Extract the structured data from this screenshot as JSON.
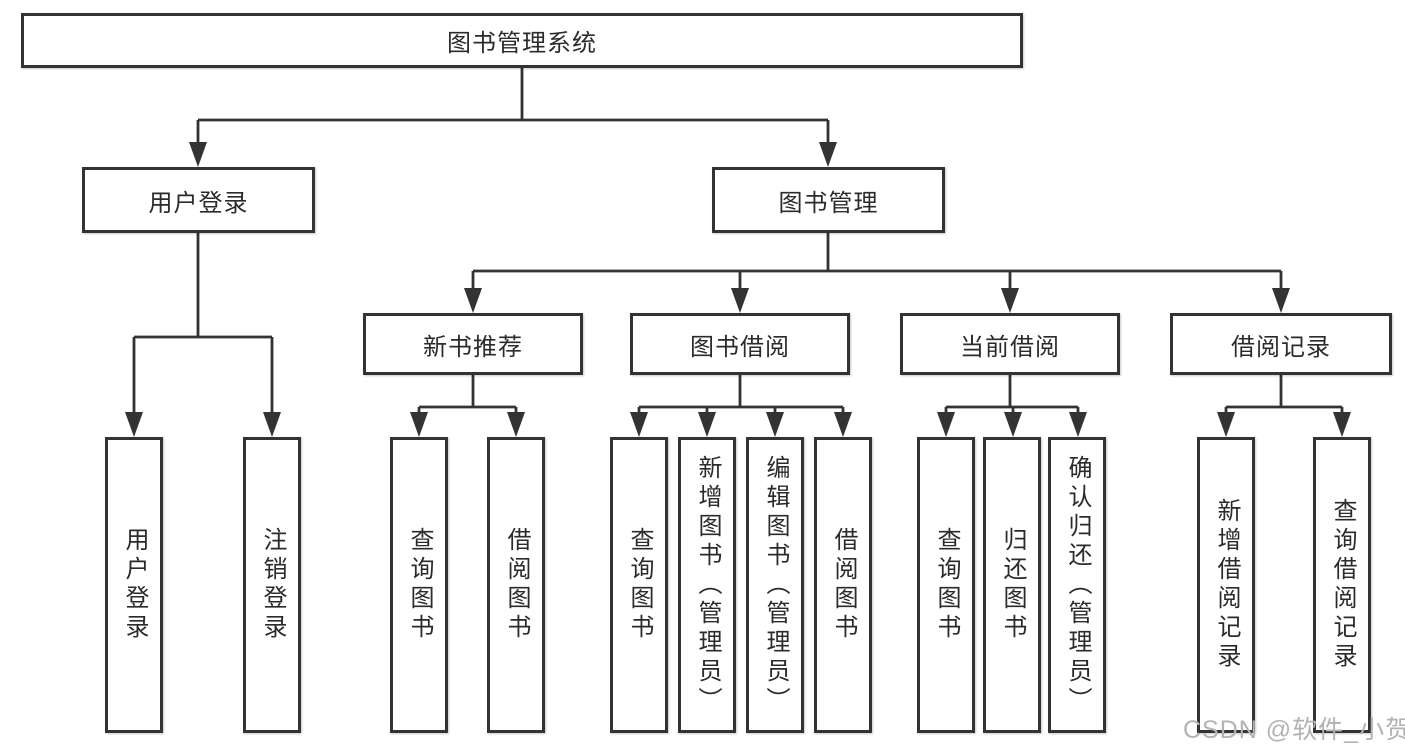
{
  "diagram": {
    "root": {
      "label": "图书管理系统"
    },
    "branches": [
      {
        "label": "用户登录",
        "children": [
          {
            "label": "用户登录"
          },
          {
            "label": "注销登录"
          }
        ]
      },
      {
        "label": "图书管理",
        "children": [
          {
            "label": "新书推荐",
            "children": [
              {
                "label": "查询图书"
              },
              {
                "label": "借阅图书"
              }
            ]
          },
          {
            "label": "图书借阅",
            "children": [
              {
                "label": "查询图书"
              },
              {
                "label": "新增图书（管理员）"
              },
              {
                "label": "编辑图书（管理员）"
              },
              {
                "label": "借阅图书"
              }
            ]
          },
          {
            "label": "当前借阅",
            "children": [
              {
                "label": "查询图书"
              },
              {
                "label": "归还图书"
              },
              {
                "label": "确认归还（管理员）"
              }
            ]
          },
          {
            "label": "借阅记录",
            "children": [
              {
                "label": "新增借阅记录"
              },
              {
                "label": "查询借阅记录"
              }
            ]
          }
        ]
      }
    ]
  },
  "watermark": {
    "text": "CSDN @软件_小贺同学",
    "color": "#b3b3b3"
  },
  "colors": {
    "line": "#333333",
    "border": "#333333",
    "text": "#2b2b2b",
    "background": "#ffffff"
  }
}
